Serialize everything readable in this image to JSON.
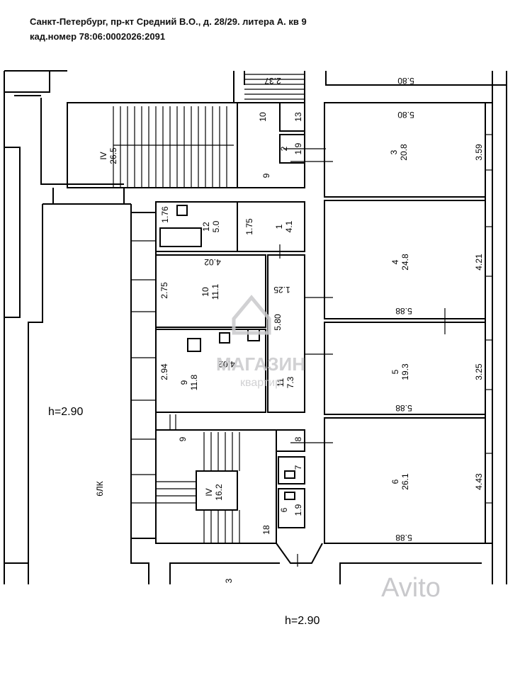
{
  "header": {
    "address": "Санкт-Петербург, пр-кт Средний В.О., д. 28/29. литера А. кв 9",
    "cadastral": "кад.номер 78:06:0002026:2091"
  },
  "heights": {
    "left": "h=2.90",
    "bottom": "h=2.90"
  },
  "rooms": [
    {
      "num": "3",
      "area": "20.8",
      "dim_right": "3.59",
      "dim_top": "5.80"
    },
    {
      "num": "4",
      "area": "24.8",
      "dim_right": "4.21",
      "dim_bottom": "5.88"
    },
    {
      "num": "5",
      "area": "19.3",
      "dim_right": "3.25",
      "dim_bottom": "5.88"
    },
    {
      "num": "6",
      "area": "26.1",
      "dim_right": "4.43",
      "dim_bottom": "5.88"
    },
    {
      "num": "10",
      "area": "11.1",
      "dim_side": "2.75",
      "dim_top": "4.02"
    },
    {
      "num": "9",
      "area": "11.8",
      "dim_side": "2.94",
      "dim_top": "4.02"
    },
    {
      "num": "12",
      "area": "5.0",
      "dim_a": "1.76",
      "dim_b": "1.75"
    },
    {
      "num": "1",
      "area": "4.1"
    },
    {
      "num": "11",
      "area": "7.3",
      "dim_a": "5.80",
      "dim_b": "1.25"
    },
    {
      "num": "2",
      "area": "1.9"
    },
    {
      "num": "6",
      "area": "1.9"
    }
  ],
  "stairs": [
    {
      "num": "IV",
      "area": "26.5"
    },
    {
      "num": "IV",
      "area": "16.2"
    }
  ],
  "labels": {
    "outer_top": "5.80",
    "stair_dim": "2.37",
    "l10": "10",
    "l13": "13",
    "l9a": "9",
    "l9b": "9",
    "l8": "8",
    "l7": "7",
    "l18": "18",
    "l3": "3",
    "lk": "6ЛК"
  },
  "watermark": {
    "brand": "МАГАЗИН",
    "sub": "квартир",
    "avito": "Avito"
  }
}
